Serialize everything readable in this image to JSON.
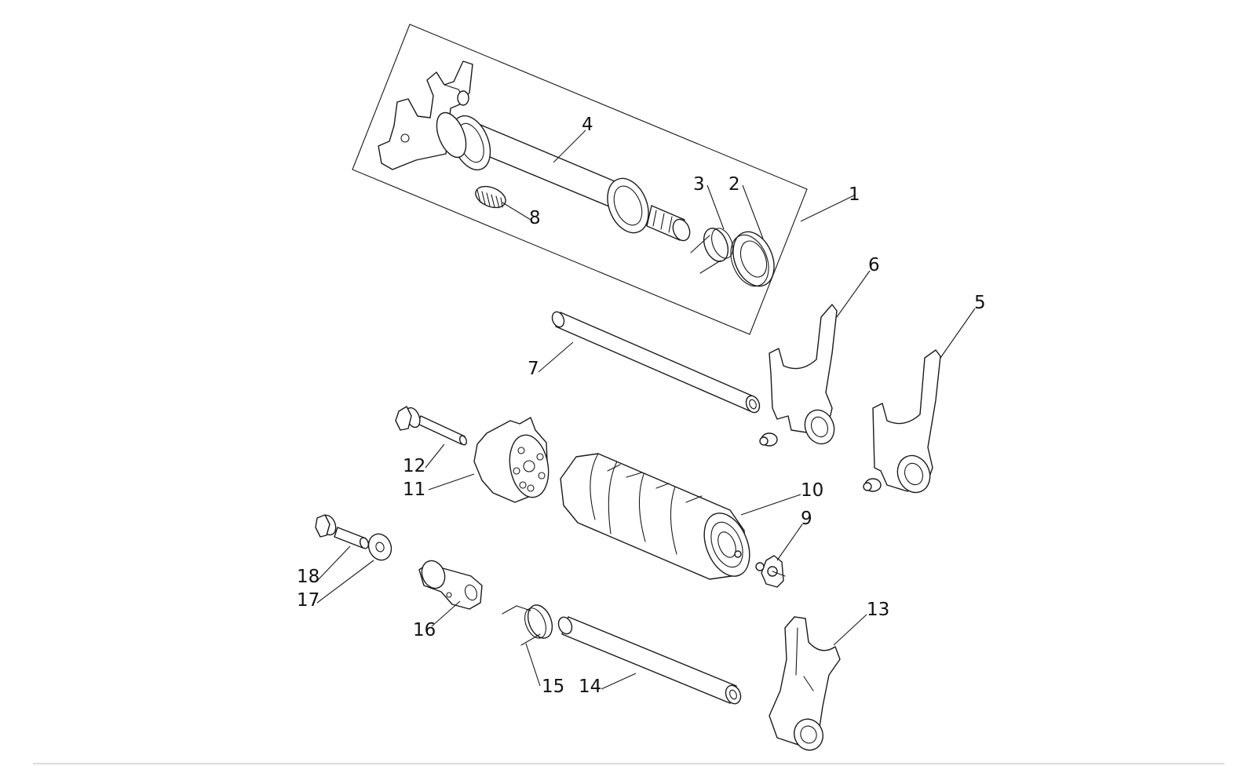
{
  "diagram": {
    "callouts": [
      {
        "id": "1",
        "label": "1"
      },
      {
        "id": "2",
        "label": "2"
      },
      {
        "id": "3",
        "label": "3"
      },
      {
        "id": "4",
        "label": "4"
      },
      {
        "id": "5",
        "label": "5"
      },
      {
        "id": "6",
        "label": "6"
      },
      {
        "id": "7",
        "label": "7"
      },
      {
        "id": "8",
        "label": "8"
      },
      {
        "id": "9",
        "label": "9"
      },
      {
        "id": "10",
        "label": "10"
      },
      {
        "id": "11",
        "label": "11"
      },
      {
        "id": "12",
        "label": "12"
      },
      {
        "id": "13",
        "label": "13"
      },
      {
        "id": "14",
        "label": "14"
      },
      {
        "id": "15",
        "label": "15"
      },
      {
        "id": "16",
        "label": "16"
      },
      {
        "id": "17",
        "label": "17"
      },
      {
        "id": "18",
        "label": "18"
      }
    ],
    "colors": {
      "line": "#1a1a1a",
      "background": "#ffffff",
      "rule": "#c8c8c8"
    }
  }
}
